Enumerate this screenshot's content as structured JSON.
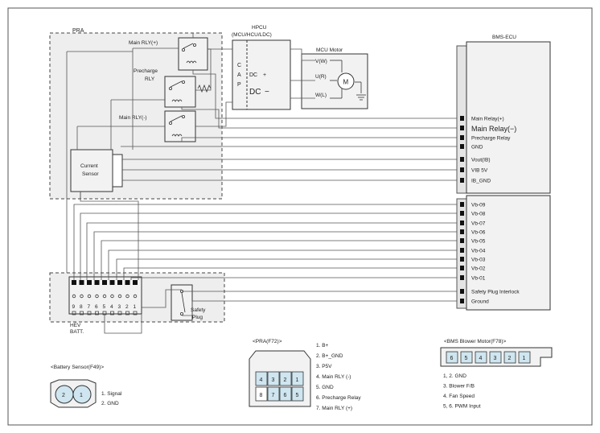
{
  "blocks": {
    "pra": "PRA",
    "main_rly_plus": "Main RLY(+)",
    "precharge_rly_1": "Precharge",
    "precharge_rly_2": "RLY",
    "main_rly_minus": "Main RLY(-)",
    "current_sensor_1": "Current",
    "current_sensor_2": "Sensor",
    "hpcu_1": "HPCU",
    "hpcu_2": "(MCU/HCU/LDC)",
    "cap": [
      "C",
      "A",
      "P"
    ],
    "dc_plus": "DC",
    "plus_sign": "+",
    "dc_minus": "DC",
    "minus_sign": "−",
    "mcu_motor": "MCU Motor",
    "v_w": "V(W)",
    "u_r": "U(R)",
    "w_l": "W(L)",
    "motor": "M",
    "bms_ecu": "BMS-ECU",
    "hev_batt_1": "HEV",
    "hev_batt_2": "BATT.",
    "safety_plug_1": "Safety",
    "safety_plug_2": "Plug",
    "battery_cells": [
      "9",
      "8",
      "7",
      "6",
      "5",
      "4",
      "3",
      "2",
      "1"
    ]
  },
  "bms_pins_top": [
    "Main Relay(+)",
    "Main Relay(−)",
    "Precharge Relay",
    "GND",
    "Vout(IB)",
    "VIB 5V",
    "IB_GND"
  ],
  "bms_pins_bottom": [
    "Vb-09",
    "Vb-08",
    "Vb-07",
    "Vb-06",
    "Vb-05",
    "Vb-04",
    "Vb-03",
    "Vb-02",
    "Vb-01",
    "Safety Plug Interlock",
    "Ground"
  ],
  "battery_sensor": {
    "title": "<Battery Sensor(F49)>",
    "pins": [
      "2",
      "1"
    ],
    "legend": [
      "1. Signal",
      "2. GND"
    ]
  },
  "pra_connector": {
    "title": "<PRA(F72)>",
    "top_row": [
      "4",
      "3",
      "2",
      "1"
    ],
    "bottom_row": [
      "8",
      "7",
      "6",
      "5"
    ],
    "legend": [
      "1. B+",
      "2. B+_GND",
      "3. P5V",
      "4. Main RLY (-)",
      "5. GND",
      "6. Precharge Relay",
      "7. Main RLY (+)"
    ]
  },
  "blower_connector": {
    "title": "<BMS Blower Motor(F78)>",
    "pins": [
      "6",
      "5",
      "4",
      "3",
      "2",
      "1"
    ],
    "legend": [
      "1, 2. GND",
      "3. Blower F/B",
      "4. Fan Speed",
      "5, 6. PWM Input"
    ]
  },
  "colors": {
    "wire": "#555555",
    "box_fill": "#f2f2f2",
    "dashed_fill": "#eeeeee",
    "pin_fill": "#cfe6f0",
    "border": "#333333"
  }
}
